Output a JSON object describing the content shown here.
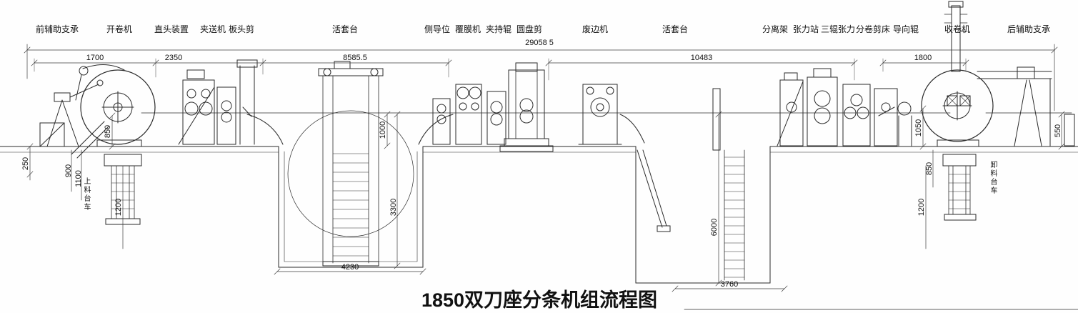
{
  "title": "1850双刀座分条机组流程图",
  "machines": [
    "前辅助支承",
    "开卷机",
    "直头装置",
    "夹送机",
    "板头剪",
    "活套台",
    "侧导位",
    "覆膜机",
    "夹持辊",
    "圆盘剪",
    "废边机",
    "活套台",
    "分离架",
    "张力站",
    "三辊张力",
    "分卷剪床",
    "导向辊",
    "收卷机",
    "后辅助支承"
  ],
  "dims": {
    "overall": "29058 5",
    "seg1": "1700",
    "seg2": "2350",
    "seg3": "8585.5",
    "seg4": "10483",
    "seg5": "1800",
    "left_250": "250",
    "left_900": "900",
    "left_1100": "1100",
    "left_850": "850",
    "left_1200": "1200",
    "pit1_1000": "1000",
    "pit1_3300": "3300",
    "pit1_4230": "4230",
    "pit2_6000": "6000",
    "pit2_3760": "3760",
    "right_1050": "1050",
    "right_850": "850",
    "right_1200": "1200",
    "right_550": "550"
  },
  "annotations": {
    "loading_car": "上料台车",
    "unloading_car": "卸料台车"
  }
}
